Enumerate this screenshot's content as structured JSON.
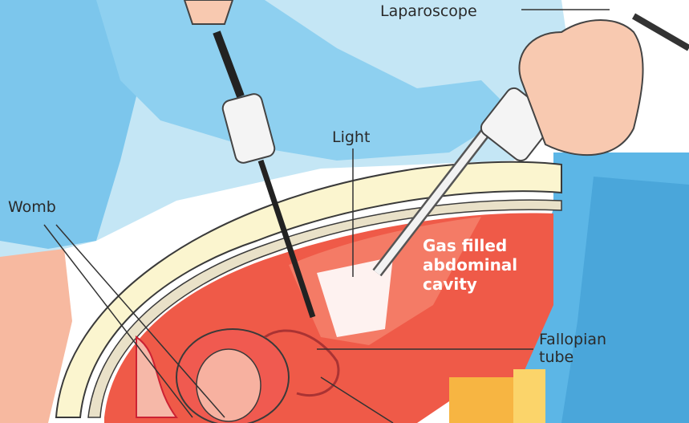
{
  "labels": {
    "laparoscope": "Laparoscope",
    "light": "Light",
    "womb": "Womb",
    "gas_cavity": [
      "Gas filled",
      "abdominal",
      "cavity"
    ],
    "fallopian_tube": [
      "Fallopian",
      "tube"
    ]
  },
  "colors": {
    "drape_blue": "#5cb6e6",
    "gown_blue": "#c4e6f5",
    "cavity_red": "#ef5a48",
    "wall_cream": "#fbf5cf",
    "skin": "#f8c9b0"
  }
}
